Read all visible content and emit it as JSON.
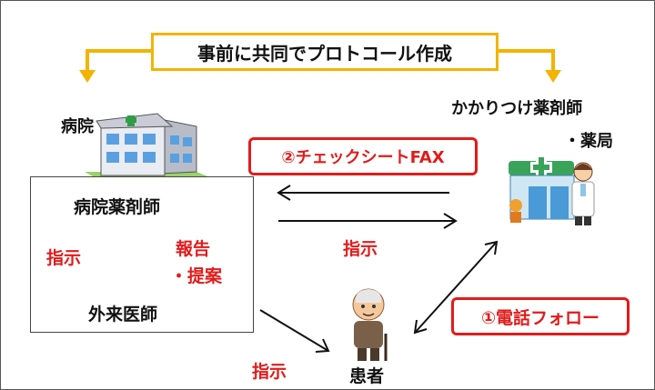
{
  "protocol": {
    "label": "事前に共同でプロトコール作成"
  },
  "hospital": {
    "label": "病院",
    "pharmacist": "病院薬剤師",
    "doctor": "外来医師"
  },
  "pharmacy": {
    "line1": "かかりつけ薬剤師",
    "line2": "・薬局"
  },
  "checksheet": {
    "label": "②チェックシートFAX"
  },
  "phone": {
    "label": "①電話フォロー"
  },
  "instruct": {
    "inner": "指示",
    "to_pharmacy": "指示",
    "to_patient": "指示"
  },
  "report": {
    "line1": "報告",
    "line2": "・提案"
  },
  "patient": {
    "label": "患者"
  },
  "colors": {
    "accent": "#f2b400",
    "emphasis": "#e21b1b",
    "text": "#111111"
  }
}
